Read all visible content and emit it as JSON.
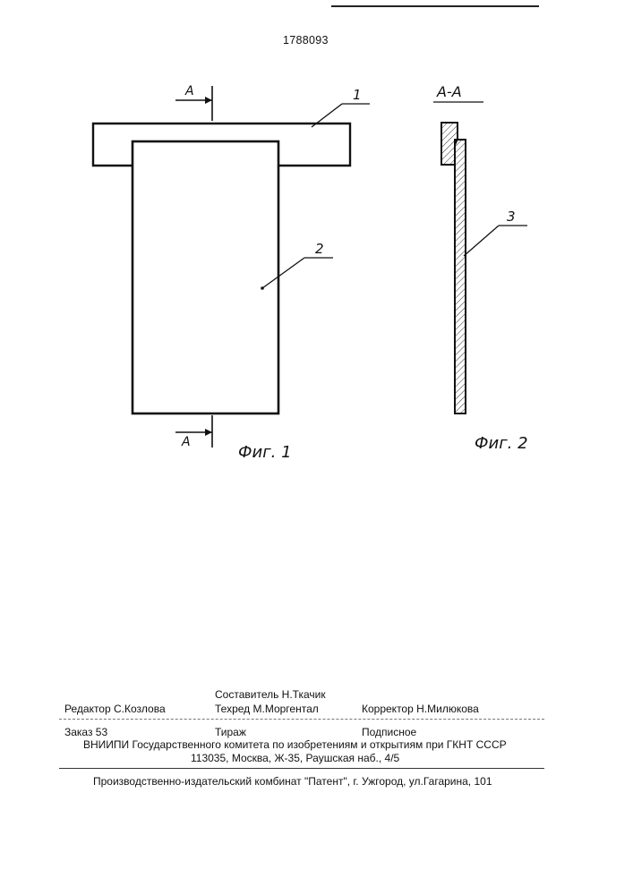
{
  "patent_number": "1788093",
  "figure1": {
    "section_top_label": "A",
    "section_bottom_label": "A",
    "callout_1": "1",
    "callout_2": "2",
    "caption": "Фиг. 1"
  },
  "figure2": {
    "section_title": "А-А",
    "callout_3": "3",
    "caption": "Фиг. 2"
  },
  "credits": {
    "compiler": "Составитель  Н.Ткачик",
    "editor": "Редактор  С.Козлова",
    "techred": "Техред М.Моргентал",
    "corrector": "Корректор  Н.Милюкова"
  },
  "order": {
    "order_label": "Заказ  53",
    "circulation_label": "Тираж",
    "subscription_label": "Подписное",
    "publisher_line": "ВНИИПИ Государственного комитета по изобретениям и открытиям при ГКНТ СССР",
    "address_line": "113035, Москва, Ж-35, Раушская наб., 4/5"
  },
  "footer": {
    "printer_line": "Производственно-издательский комбинат \"Патент\", г. Ужгород, ул.Гагарина, 101"
  }
}
